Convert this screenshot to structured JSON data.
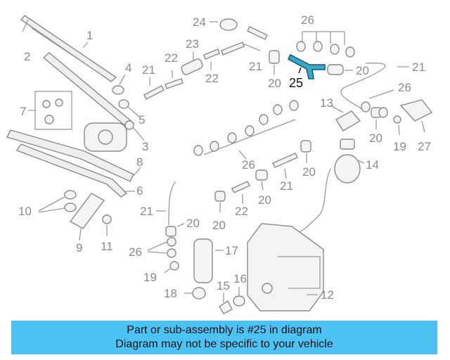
{
  "diagram": {
    "labels": [
      "1",
      "2",
      "3",
      "4",
      "5",
      "6",
      "7",
      "8",
      "9",
      "10",
      "11",
      "12",
      "13",
      "14",
      "15",
      "16",
      "17",
      "18",
      "19",
      "20",
      "21",
      "22",
      "23",
      "24",
      "25",
      "26",
      "27"
    ],
    "highlighted_part": "25",
    "highlight_color": "#3aa8c9"
  },
  "banner": {
    "line1": "Part or sub-assembly is #25 in diagram",
    "line2": "Diagram may not be specific to your vehicle",
    "background": "#4cc3f4"
  }
}
